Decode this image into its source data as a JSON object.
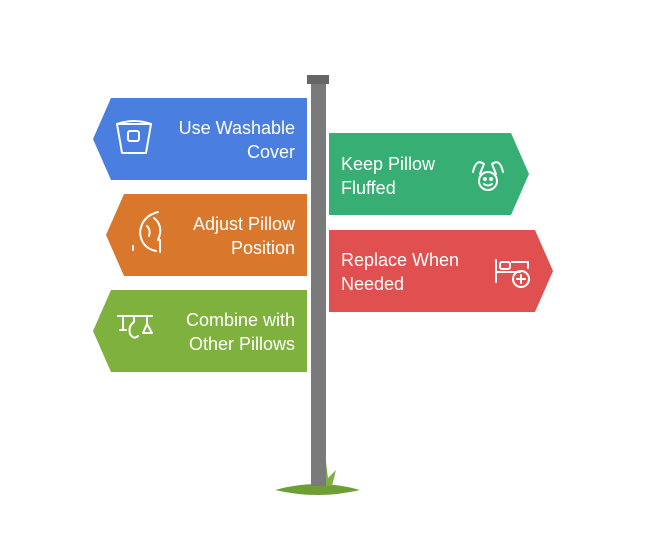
{
  "signs": [
    {
      "id": "washable",
      "label": "Use Washable\nCover",
      "color": "#4a7fe0",
      "side": "left",
      "icon": "washing-tub-icon"
    },
    {
      "id": "fluffed",
      "label": "Keep Pillow\nFluffed",
      "color": "#37ae73",
      "side": "right",
      "icon": "hands-baby-icon"
    },
    {
      "id": "adjust",
      "label": "Adjust Pillow\nPosition",
      "color": "#d9782c",
      "side": "left",
      "icon": "head-rest-icon"
    },
    {
      "id": "replace",
      "label": "Replace When\nNeeded",
      "color": "#e05050",
      "side": "right",
      "icon": "bed-add-icon"
    },
    {
      "id": "combine",
      "label": "Combine with\nOther Pillows",
      "color": "#7fb13e",
      "side": "left",
      "icon": "combine-shapes-icon"
    }
  ],
  "post": {
    "color": "#7a7a7a",
    "cap_color": "#666666"
  },
  "ground": {
    "color": "#6f9e35",
    "grass_color": "#7db143"
  }
}
